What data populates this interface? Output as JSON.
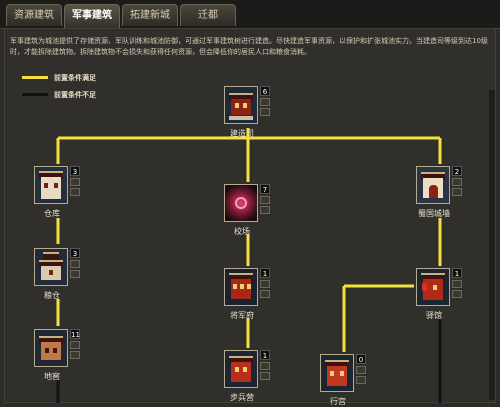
{
  "tabs": [
    {
      "label": "资源建筑",
      "active": false
    },
    {
      "label": "军事建筑",
      "active": true
    },
    {
      "label": "拓建新城",
      "active": false
    },
    {
      "label": "迁都",
      "active": false
    }
  ],
  "description": "军事建筑为城池提供了存储资源、军队训练和城池防御，可通过军事建筑树进行建造。尽快建造军事资源，以保护和扩张城池实力。当建造司等级到达10级时，才能拆除建筑物。拆除建筑物不会损失和获得任何资源，但会降低你的居民人口和粮食消耗。",
  "legend": [
    {
      "label": "前置条件满足",
      "color": "#f5e040"
    },
    {
      "label": "前置条件不足",
      "color": "#1a1a1a"
    }
  ],
  "colors": {
    "line_met": "#f5e040",
    "line_unmet": "#121212"
  },
  "buildings": [
    {
      "id": "jianzaosi",
      "name": "建造司",
      "count": "6"
    },
    {
      "id": "cangku",
      "name": "仓库",
      "count": "3"
    },
    {
      "id": "liangcang",
      "name": "粮仓",
      "count": "3"
    },
    {
      "id": "dijiao",
      "name": "地窖",
      "count": "11"
    },
    {
      "id": "xiaochang",
      "name": "校场",
      "count": "7"
    },
    {
      "id": "jiangjunfu",
      "name": "将军府",
      "count": "1"
    },
    {
      "id": "bubingying",
      "name": "步兵营",
      "count": "1"
    },
    {
      "id": "xinggong",
      "name": "行宫",
      "count": "0"
    },
    {
      "id": "chengqiang",
      "name": "蜀国城墙",
      "count": "2"
    },
    {
      "id": "yiguan",
      "name": "驿馆",
      "count": "1"
    }
  ]
}
